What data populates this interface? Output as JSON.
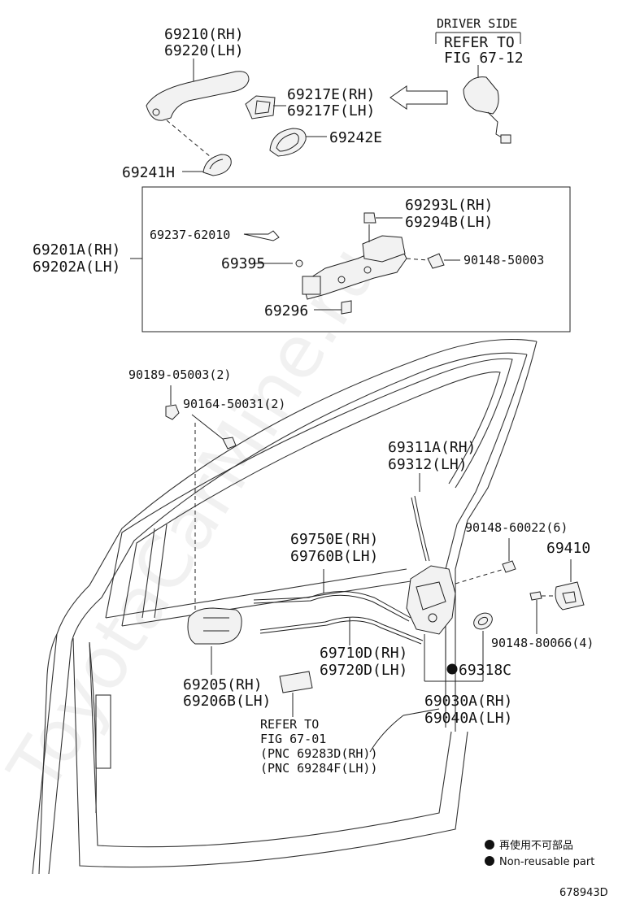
{
  "labels": {
    "driver_side": "DRIVER SIDE",
    "refer_to_1": "REFER TO",
    "fig_67_12": "FIG 67-12",
    "p69210": "69210(RH)",
    "p69220": "69220(LH)",
    "p69217E": "69217E(RH)",
    "p69217F": "69217F(LH)",
    "p69242E": "69242E",
    "p69241H": "69241H",
    "p69293L": "69293L(RH)",
    "p69294B": "69294B(LH)",
    "p69237": "69237-62010",
    "p69201A": "69201A(RH)",
    "p69202A": "69202A(LH)",
    "p69395": "69395",
    "p90148_50003": "90148-50003",
    "p69296": "69296",
    "p90189": "90189-05003(2)",
    "p90164": "90164-50031(2)",
    "p69311A": "69311A(RH)",
    "p69312": "69312(LH)",
    "p90148_60022": "90148-60022(6)",
    "p69410": "69410",
    "p69750E": "69750E(RH)",
    "p69760B": "69760B(LH)",
    "p90148_80066": "90148-80066(4)",
    "p69710D": "69710D(RH)",
    "p69720D": "69720D(LH)",
    "p69318C": "69318C",
    "p69205": "69205(RH)",
    "p69206B": "69206B(LH)",
    "p69030A": "69030A(RH)",
    "p69040A": "69040A(LH)",
    "refer_to_2": "REFER TO",
    "fig_67_01": "FIG 67-01",
    "pnc_rh": "(PNC 69283D(RH))",
    "pnc_lh": "(PNC 69284F(LH))"
  },
  "legend": {
    "jp": "再使用不可部品",
    "en": "Non-reusable part"
  },
  "diagram_id": "678943D",
  "watermark": "ToyotaCarMine.ru"
}
